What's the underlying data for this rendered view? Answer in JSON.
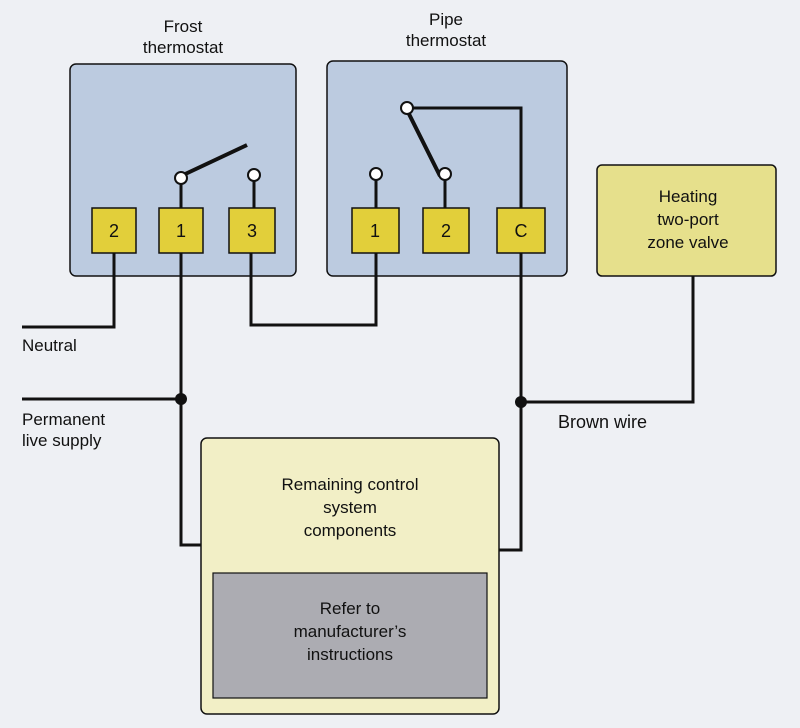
{
  "frost_thermostat": {
    "title_line1": "Frost",
    "title_line2": "thermostat",
    "terminals": [
      "2",
      "1",
      "3"
    ]
  },
  "pipe_thermostat": {
    "title_line1": "Pipe",
    "title_line2": "thermostat",
    "terminals": [
      "1",
      "2",
      "C"
    ]
  },
  "zone_valve": {
    "line1": "Heating",
    "line2": "two-port",
    "line3": "zone valve"
  },
  "wires": {
    "neutral": "Neutral",
    "live_line1": "Permanent",
    "live_line2": "live supply",
    "brown": "Brown wire"
  },
  "control_box": {
    "line1": "Remaining control",
    "line2": "system",
    "line3": "components"
  },
  "manufacturer_box": {
    "line1": "Refer to",
    "line2": "manufacturer’s",
    "line3": "instructions"
  },
  "colors": {
    "thermostat_fill": "#bccbe0",
    "terminal_fill": "#e2cf3a",
    "zone_valve_fill": "#e6e08c",
    "control_fill": "#f2efc6",
    "manufacturer_fill": "#acacb2",
    "wire": "#111111"
  }
}
